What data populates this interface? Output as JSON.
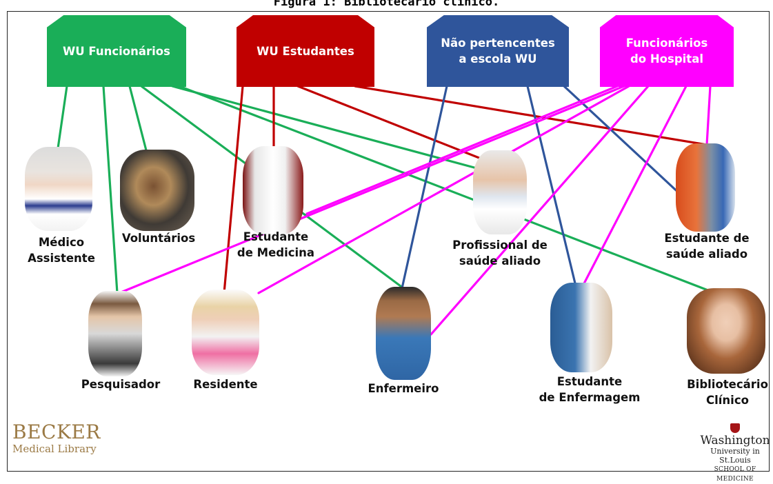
{
  "title": "Figura 1: Bibliotecário clínico.",
  "colors": {
    "staff": "#1aae58",
    "students": "#c00000",
    "non_wu": "#2f559b",
    "hospital": "#ff00ff"
  },
  "headers": {
    "staff": [
      "WU Funcionários"
    ],
    "students": [
      "WU Estudantes"
    ],
    "non_wu": [
      "Não pertencentes",
      "a escola WU"
    ],
    "hospital": [
      "Funcionários",
      "do Hospital"
    ]
  },
  "roles": {
    "attending": [
      "Médico",
      "Assistente"
    ],
    "volunteers": [
      "Voluntários"
    ],
    "med_student": [
      "Estudante",
      "de Medicina"
    ],
    "allied_pro": [
      "Profissional de",
      "saúde aliado"
    ],
    "allied_student": [
      "Estudante de",
      "saúde aliado"
    ],
    "researcher": [
      "Pesquisador"
    ],
    "resident": [
      "Residente"
    ],
    "nurse": [
      "Enfermeiro"
    ],
    "nursing_student": [
      "Estudante",
      "de Enfermagem"
    ],
    "librarian": [
      "Bibliotecário",
      "Clínico"
    ]
  },
  "links": [
    {
      "from": "staff",
      "to": "attending"
    },
    {
      "from": "staff",
      "to": "researcher"
    },
    {
      "from": "staff",
      "to": "volunteers"
    },
    {
      "from": "staff",
      "to": "med_student"
    },
    {
      "from": "staff",
      "to": "allied_pro"
    },
    {
      "from": "staff",
      "to": "nurse"
    },
    {
      "from": "staff",
      "to": "librarian"
    },
    {
      "from": "students",
      "to": "med_student"
    },
    {
      "from": "students",
      "to": "resident"
    },
    {
      "from": "students",
      "to": "allied_pro"
    },
    {
      "from": "students",
      "to": "allied_student"
    },
    {
      "from": "non_wu",
      "to": "nurse"
    },
    {
      "from": "non_wu",
      "to": "nursing_student"
    },
    {
      "from": "non_wu",
      "to": "allied_student"
    },
    {
      "from": "hospital",
      "to": "researcher"
    },
    {
      "from": "hospital",
      "to": "resident"
    },
    {
      "from": "hospital",
      "to": "nurse"
    },
    {
      "from": "hospital",
      "to": "nursing_student"
    },
    {
      "from": "hospital",
      "to": "allied_pro"
    },
    {
      "from": "hospital",
      "to": "allied_student"
    }
  ],
  "logos": {
    "becker": [
      "BECKER",
      "Medical Library"
    ],
    "wu": [
      "Washington",
      "University in St.Louis",
      "SCHOOL OF MEDICINE"
    ]
  }
}
